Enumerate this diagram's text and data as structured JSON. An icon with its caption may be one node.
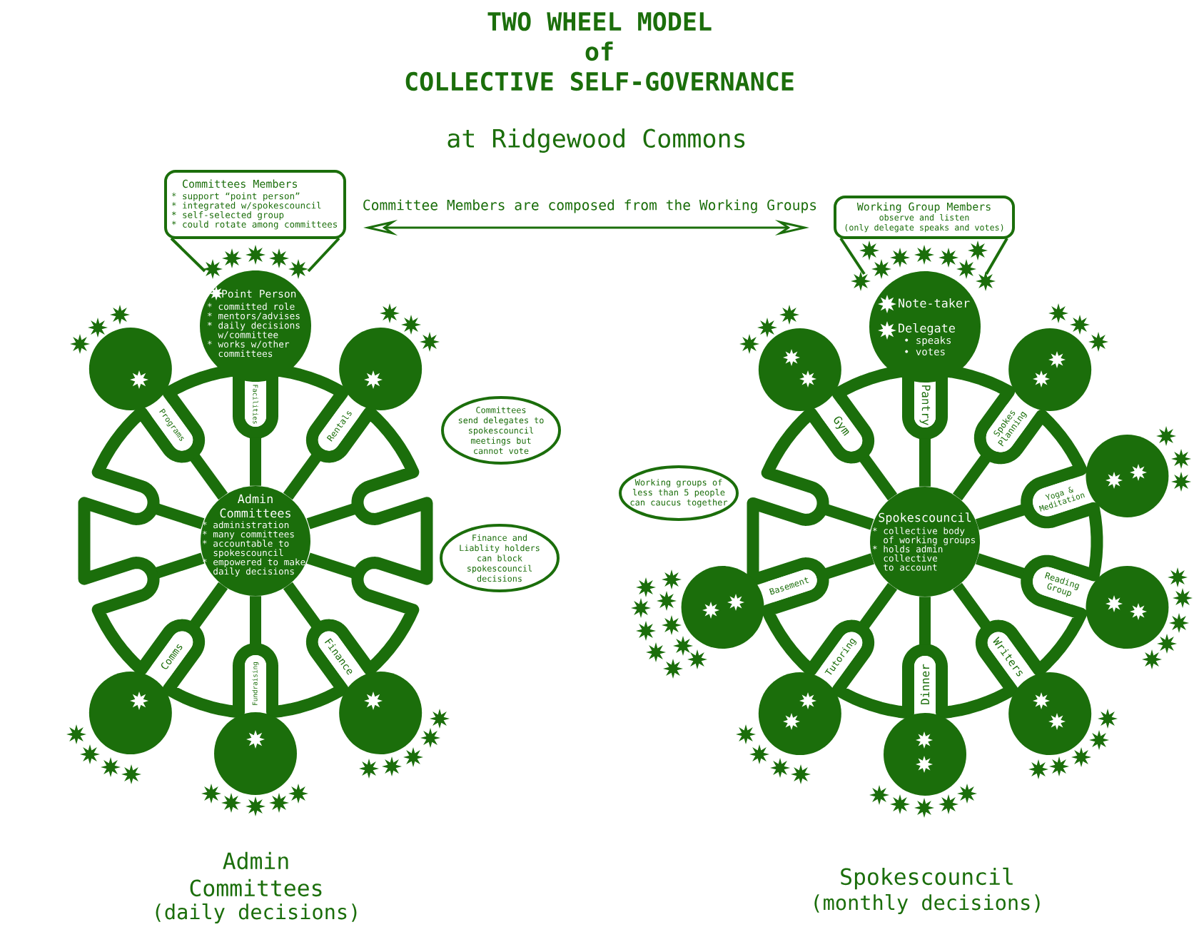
{
  "diagram": {
    "title": "TWO WHEEL MODEL of COLLECTIVE SELF-GOVERNANCE",
    "nodes": [
      {
        "text": [
          "Committees Members",
          "* support “point person”",
          "* integrated w/spokescouncil",
          "* self-selected group",
          "* could rotate among committees"
        ]
      },
      {
        "text": [
          "Point Person",
          "* committed role",
          "* mentors/advises",
          "* daily decisions w/committee",
          "* works w/other committees"
        ]
      },
      {
        "text": [
          "Admin Committees",
          "* administration",
          "* many committees",
          "* accountable to spokescouncil",
          "* empowered to make daily decisions"
        ]
      },
      {
        "text": [
          "Facilities"
        ]
      },
      {
        "text": [
          "Programs"
        ]
      },
      {
        "text": [
          "Rentals"
        ]
      },
      {
        "text": [
          "Comms"
        ]
      },
      {
        "text": [
          "Finance"
        ]
      },
      {
        "text": [
          "Fundraising"
        ]
      },
      {
        "text": [],
        "shape": "circle"
      },
      {
        "text": [],
        "shape": "circle"
      },
      {
        "text": [],
        "shape": "circle"
      },
      {
        "text": [],
        "shape": "circle"
      },
      {
        "text": [],
        "shape": "circle"
      },
      {
        "text": [
          "Committees send delegates to spokescouncil meetings but cannot vote"
        ]
      },
      {
        "text": [
          "Working groups of less than 5 people can caucus together"
        ]
      },
      {
        "text": [
          "Finance and Liablity holders can block spokescouncil decisions"
        ]
      },
      {
        "text": [
          "Working Group Members",
          "observe and listen",
          "(only delegate speaks and votes)"
        ]
      },
      {
        "text": [
          "Note-taker",
          "Delegate",
          "• speaks",
          "• votes"
        ]
      },
      {
        "text": [
          "Spokescouncil",
          "* collective body of working groups",
          "* holds admin collective to account"
        ]
      },
      {
        "text": [
          "Pantry"
        ]
      },
      {
        "text": [
          "Gym"
        ]
      },
      {
        "text": [
          "Spokes Planning"
        ]
      },
      {
        "text": [
          "Yoga & Meditation"
        ]
      },
      {
        "text": [
          "Basement"
        ]
      },
      {
        "text": [
          "Reading Group"
        ]
      },
      {
        "text": [
          "Tutoring"
        ]
      },
      {
        "text": [
          "Writers"
        ]
      },
      {
        "text": [
          "Dinner"
        ]
      },
      {
        "text": [],
        "shape": "circle"
      },
      {
        "text": [],
        "shape": "circle"
      },
      {
        "text": [],
        "shape": "circle"
      },
      {
        "text": [],
        "shape": "circle"
      },
      {
        "text": [],
        "shape": "circle"
      },
      {
        "text": [],
        "shape": "circle"
      },
      {
        "text": [],
        "shape": "circle"
      },
      {
        "text": [],
        "shape": "circle"
      }
    ],
    "edges": [
      {
        "from": 0,
        "to": 17,
        "arrow": "both",
        "label": "Committee Members are composed from the Working Groups"
      },
      {
        "from": 2,
        "to": 3,
        "arrow": "none"
      },
      {
        "from": 2,
        "to": 4,
        "arrow": "none"
      },
      {
        "from": 2,
        "to": 5,
        "arrow": "none"
      },
      {
        "from": 2,
        "to": 6,
        "arrow": "none"
      },
      {
        "from": 2,
        "to": 7,
        "arrow": "none"
      },
      {
        "from": 2,
        "to": 8,
        "arrow": "none"
      },
      {
        "from": 19,
        "to": 20,
        "arrow": "none"
      },
      {
        "from": 19,
        "to": 21,
        "arrow": "none"
      },
      {
        "from": 19,
        "to": 22,
        "arrow": "none"
      },
      {
        "from": 19,
        "to": 23,
        "arrow": "none"
      },
      {
        "from": 19,
        "to": 24,
        "arrow": "none"
      },
      {
        "from": 19,
        "to": 25,
        "arrow": "none"
      },
      {
        "from": 19,
        "to": 26,
        "arrow": "none"
      },
      {
        "from": 19,
        "to": 27,
        "arrow": "none"
      },
      {
        "from": 19,
        "to": 28,
        "arrow": "none"
      }
    ],
    "labels": [
      "at Ridgewood Commons",
      "Admin Committees",
      "(daily decisions)",
      "Spokescouncil",
      "(monthly decisions)"
    ]
  }
}
